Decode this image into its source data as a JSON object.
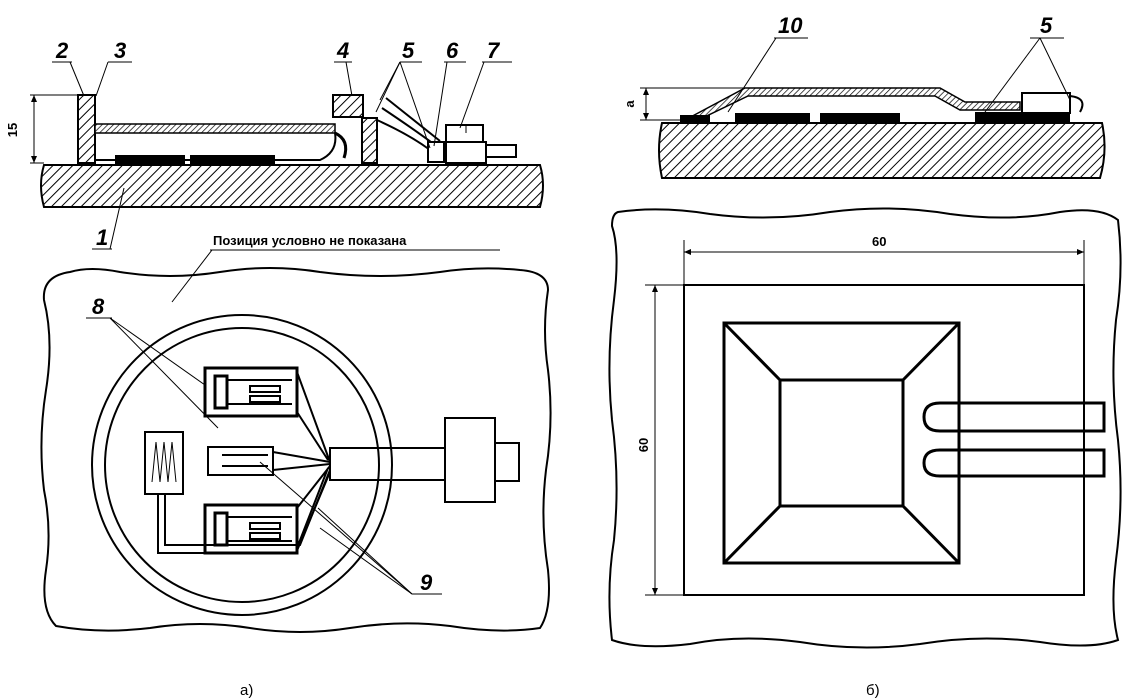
{
  "figure_a": {
    "callouts": [
      "1",
      "2",
      "3",
      "4",
      "5",
      "6",
      "7",
      "8",
      "9"
    ],
    "note": "Позиция условно не показана",
    "dimension": "15",
    "caption": "а)"
  },
  "figure_b": {
    "callouts": [
      "10",
      "5"
    ],
    "dimension_gap": "а",
    "dimension_width": "60",
    "dimension_height": "60",
    "caption": "б)"
  }
}
